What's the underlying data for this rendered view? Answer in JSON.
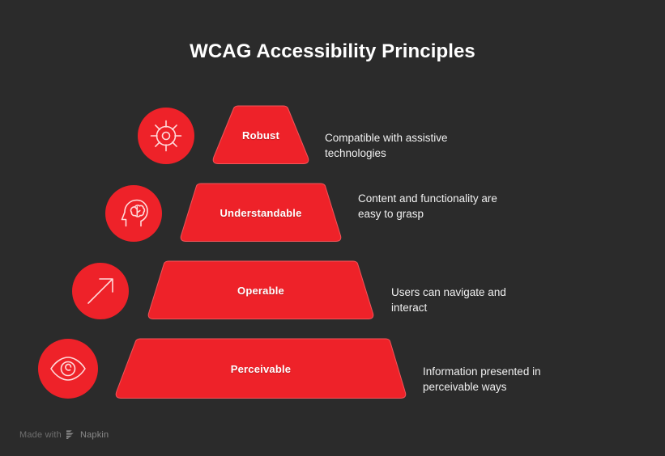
{
  "title": "WCAG Accessibility Principles",
  "theme": {
    "background": "#2b2b2b",
    "accent": "#ee2229",
    "accent_border": "#f2555a",
    "title_color": "#ffffff",
    "desc_color": "#f0f0f0",
    "watermark_color": "#6f6f6f"
  },
  "principles": [
    {
      "label": "Robust",
      "description": "Compatible with assistive technologies",
      "icon": "sun-rays-icon"
    },
    {
      "label": "Understandable",
      "description": "Content and functionality are easy to grasp",
      "icon": "head-brain-icon"
    },
    {
      "label": "Operable",
      "description": "Users can navigate and interact",
      "icon": "arrow-up-right-icon"
    },
    {
      "label": "Perceivable",
      "description": "Information presented in perceivable ways",
      "icon": "eye-icon"
    }
  ],
  "watermark": {
    "prefix": "Made with",
    "brand": "Napkin",
    "logo_icon": "napkin-logo-icon"
  }
}
